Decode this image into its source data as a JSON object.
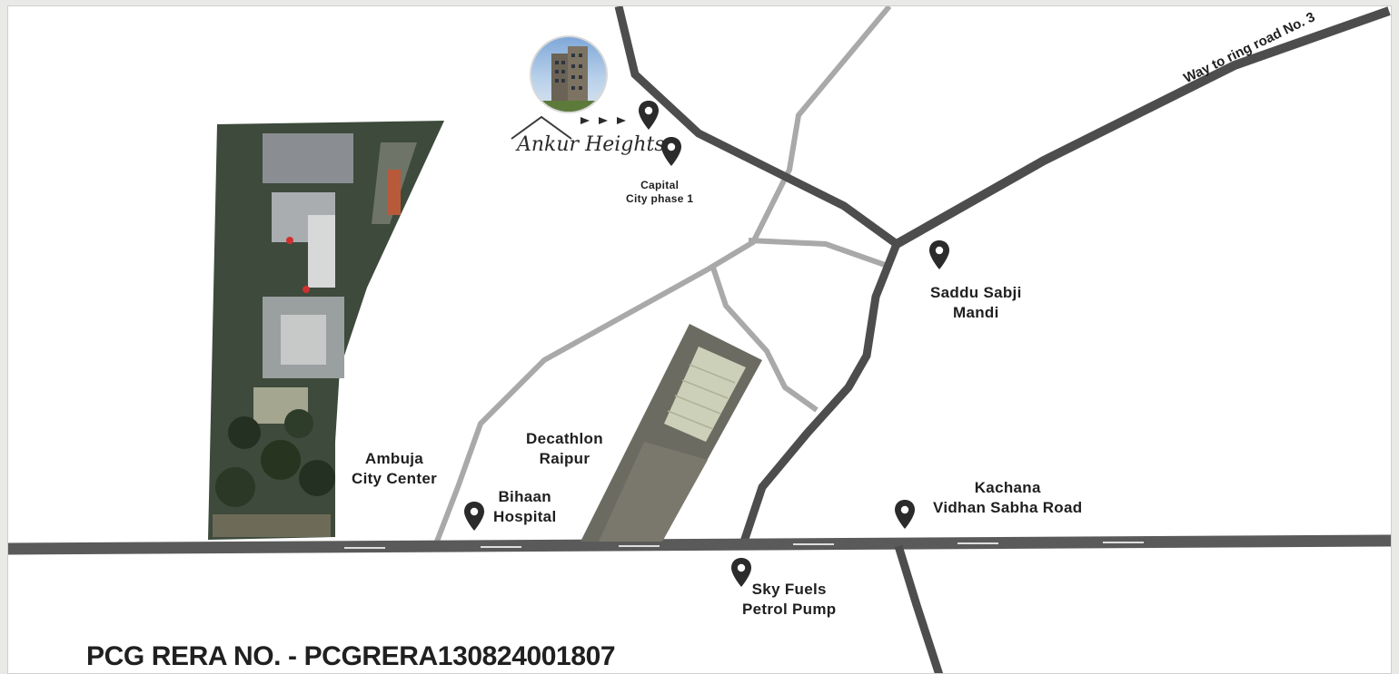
{
  "project": {
    "name": "Ankur Heights",
    "rera_text": "PCG RERA NO. - PCGRERA130824001807"
  },
  "landmarks": {
    "capital_city": [
      "Capital",
      "City phase 1"
    ],
    "saddu": [
      "Saddu Sabji",
      "Mandi"
    ],
    "ambuja": [
      "Ambuja",
      "City Center"
    ],
    "decathlon": [
      "Decathlon",
      "Raipur"
    ],
    "bihaan": [
      "Bihaan",
      "Hospital"
    ],
    "kachana": [
      "Kachana",
      "Vidhan Sabha Road"
    ],
    "sky_fuels": [
      "Sky Fuels",
      "Petrol Pump"
    ]
  },
  "roads": {
    "ring_road": "Way to ring road No. 3"
  },
  "icons": {
    "pin": "map-pin-icon",
    "arrows": "arrow-right-icon",
    "roof": "house-roof-icon"
  },
  "colors": {
    "road_dark": "#4d4d4d",
    "road_light": "#a9a9a9",
    "pin": "#2b2b2b",
    "text": "#1f1f1f"
  }
}
